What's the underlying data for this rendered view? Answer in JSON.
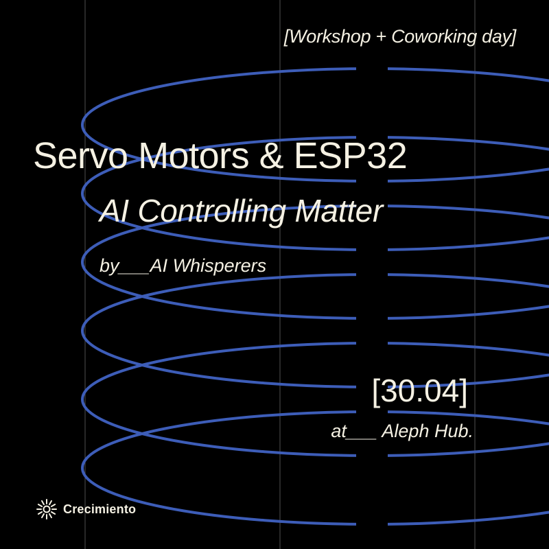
{
  "event": {
    "tag": "[Workshop + Coworking day]",
    "title": "Servo Motors & ESP32",
    "subtitle": "AI Controlling Matter",
    "by": "by___AI Whisperers",
    "date": "[30.04]",
    "venue": "at___ Aleph Hub."
  },
  "brand": {
    "name": "Crecimiento",
    "logo_icon": "sun-burst-icon"
  },
  "colors": {
    "background": "#000000",
    "text": "#f5f1e3",
    "rings": "#3d5db8",
    "gridlines": "#6b6b6b"
  }
}
